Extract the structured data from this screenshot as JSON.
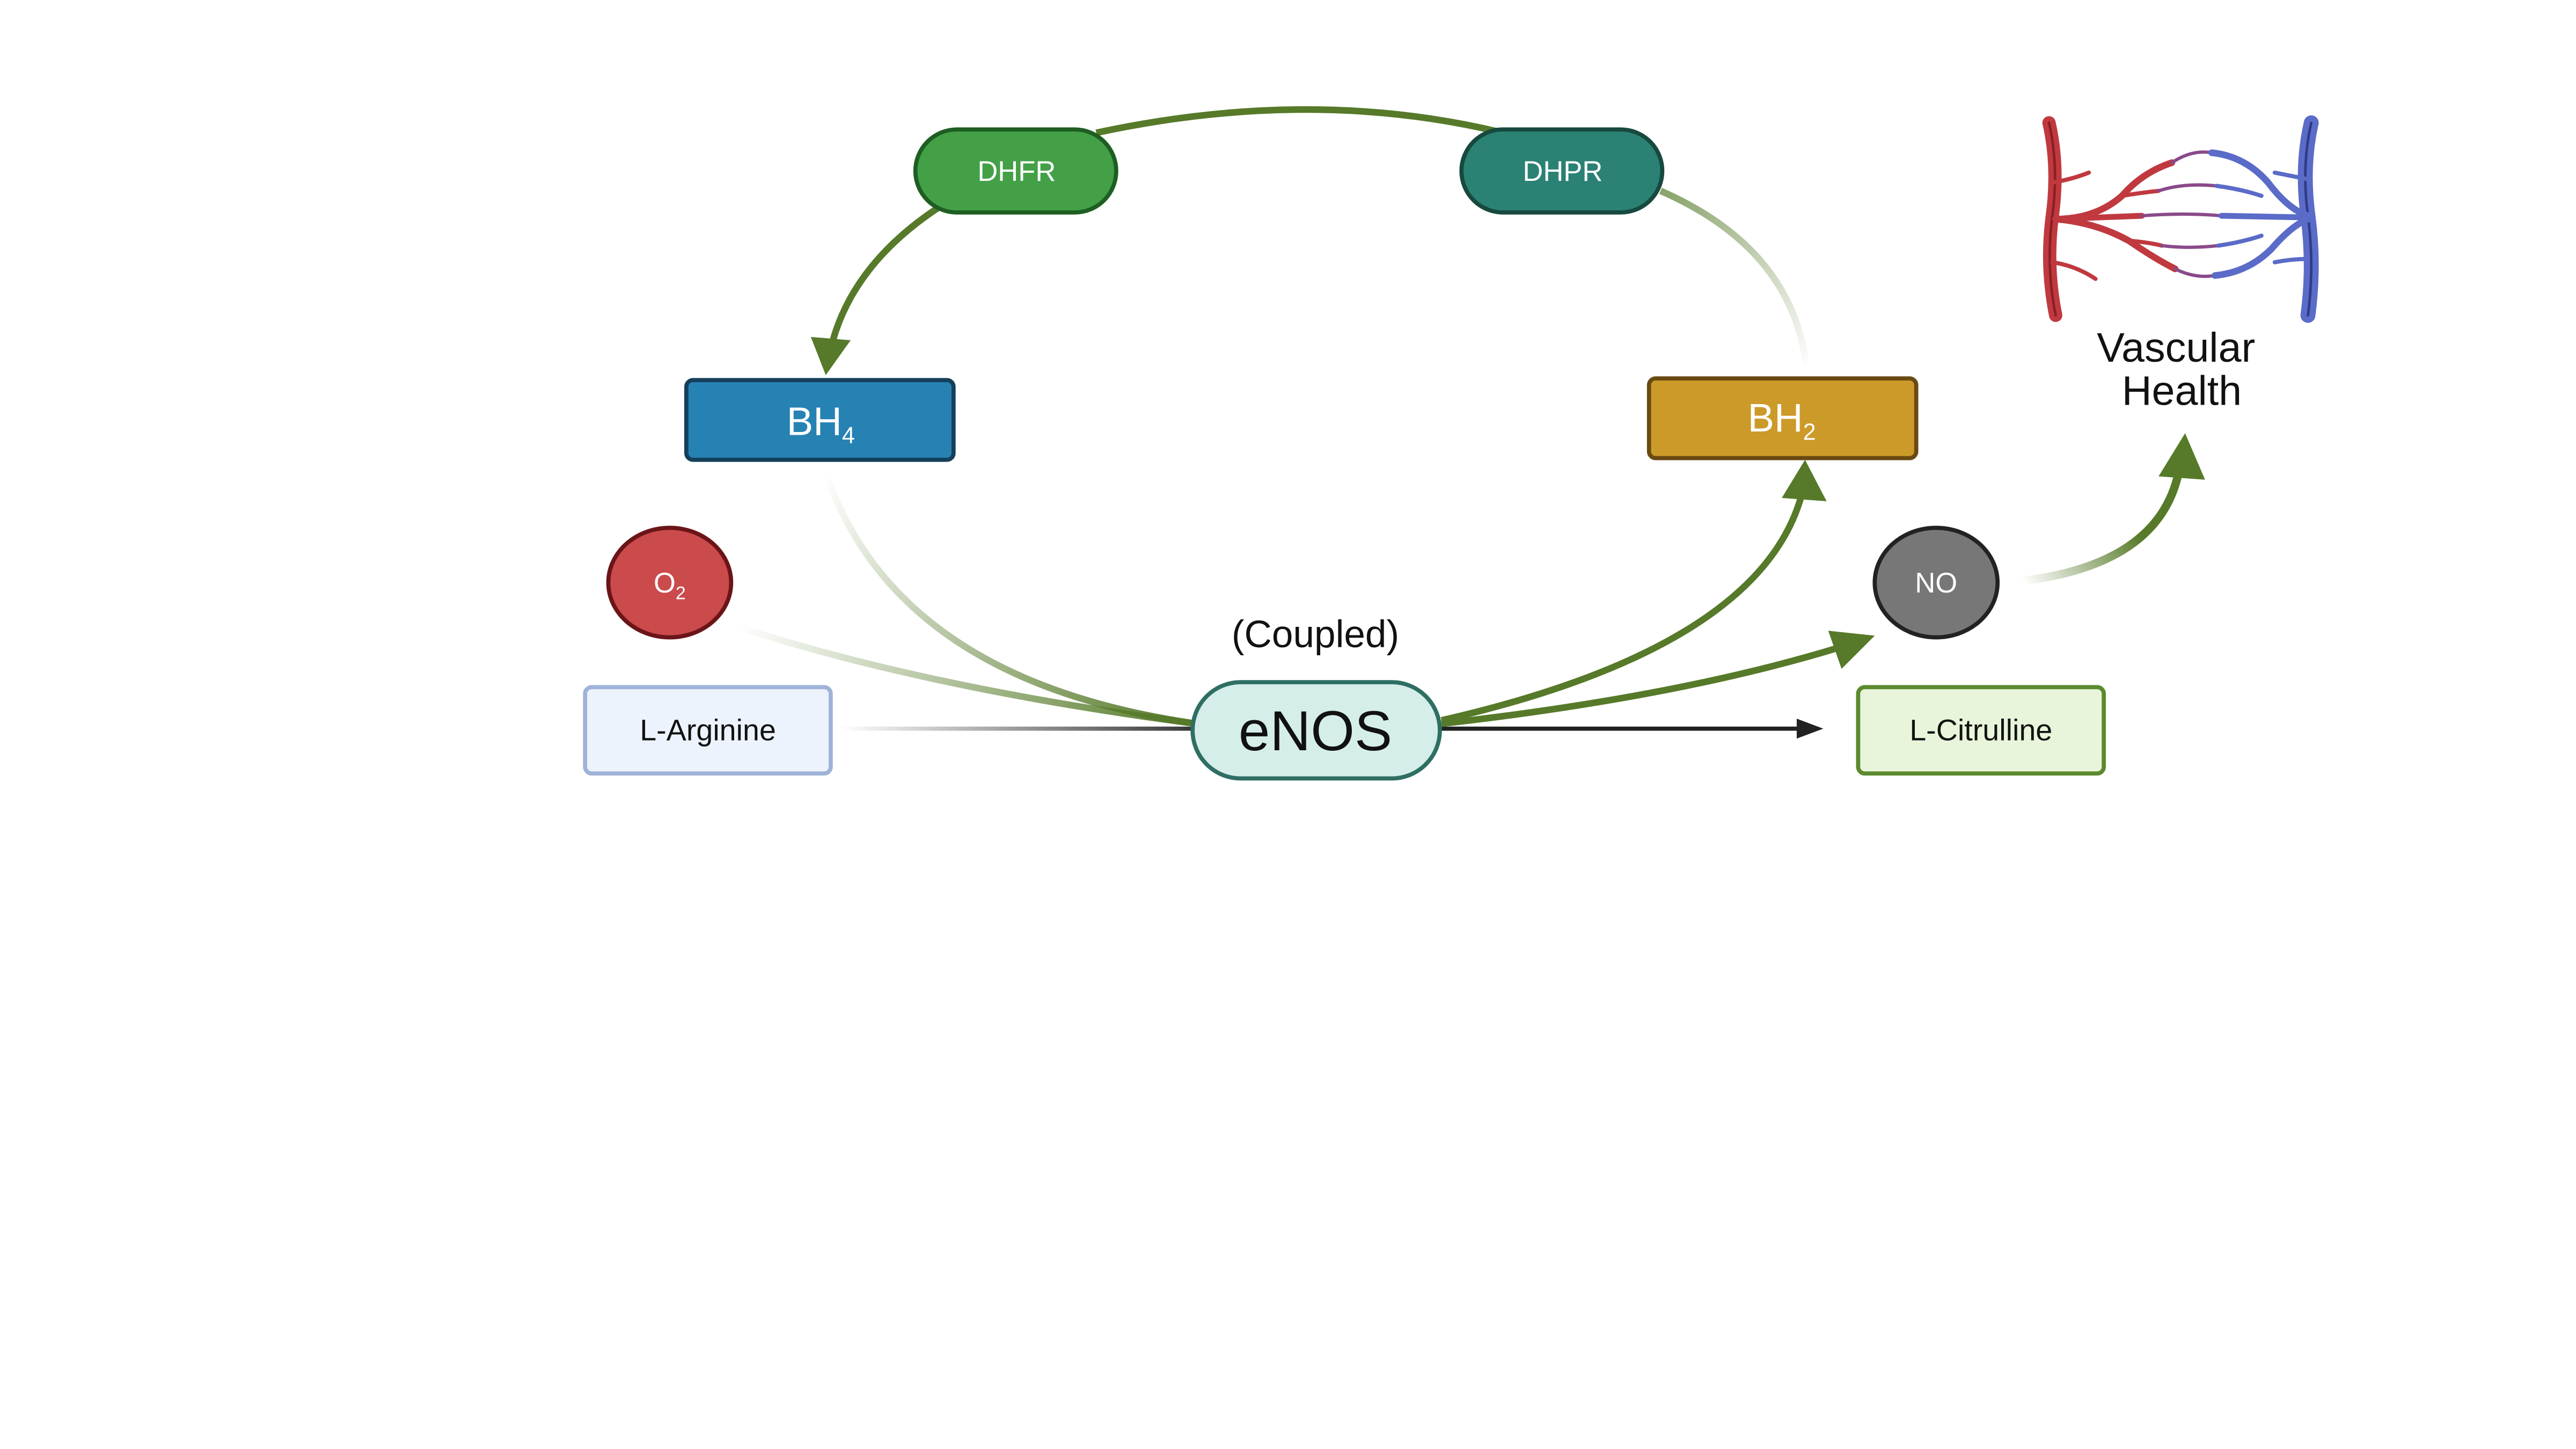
{
  "nodes": {
    "dhfr": {
      "label": "DHFR",
      "fill": "#43a047",
      "stroke": "#1e5e22"
    },
    "dhpr": {
      "label": "DHPR",
      "fill": "#2a8174",
      "stroke": "#17493f"
    },
    "bh4": {
      "label": "BH",
      "sub": "4",
      "fill": "#2782b4",
      "stroke": "#153f5a"
    },
    "bh2": {
      "label": "BH",
      "sub": "2",
      "fill": "#cc9a28",
      "stroke": "#6a4a12"
    },
    "o2": {
      "label": "O",
      "sub": "2",
      "fill": "#cb4a4c",
      "stroke": "#6b1518"
    },
    "no": {
      "label": "NO",
      "fill": "#777777",
      "stroke": "#222222"
    },
    "l_arginine": {
      "label": "L-Arginine",
      "fill": "#edf3fc",
      "stroke": "#9fb3d8"
    },
    "enos": {
      "label": "eNOS",
      "fill": "#d5eeea",
      "stroke": "#2f6f63"
    },
    "l_citrulline": {
      "label": "L-Citrulline",
      "fill": "#e8f5da",
      "stroke": "#5b8a2e"
    }
  },
  "coupled_label": "(Coupled)",
  "vascular_health": {
    "line1": "Vascular",
    "line2": "Health",
    "icon": "blood-vessel-network-icon"
  },
  "colors": {
    "arrow_green": "#567a29",
    "arrow_black": "#222222",
    "artery_red": "#c0393f",
    "vein_blue": "#5a6bc8",
    "capillary_purple": "#8a4a8a"
  }
}
